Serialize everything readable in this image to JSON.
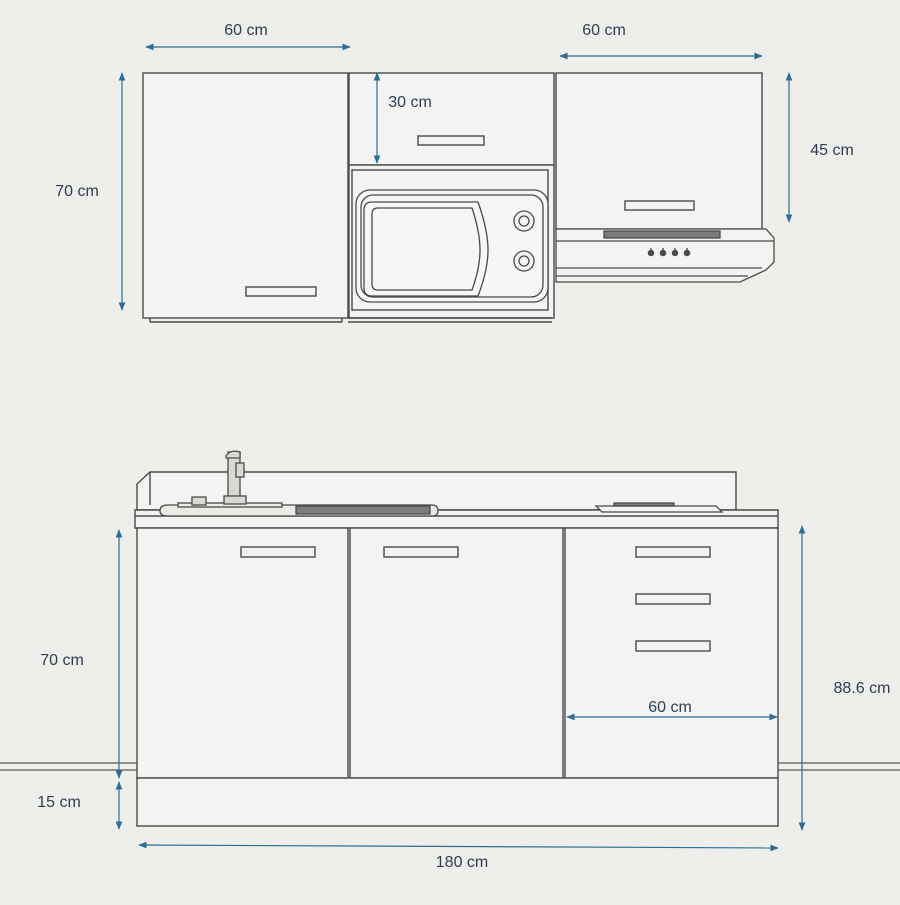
{
  "colors": {
    "background": "#eeeeea",
    "line": "#4a4a4a",
    "dimension": "#2a6f97",
    "dimension_text": "#2e3e50",
    "fill": "#f3f3f1"
  },
  "dimensions": {
    "top_left_width": "60 cm",
    "top_right_width": "60 cm",
    "top_left_height": "70 cm",
    "microwave_shelf_height": "30 cm",
    "top_right_height": "45 cm",
    "base_height": "70 cm",
    "plinth_height": "15 cm",
    "total_height": "88.6 cm",
    "drawer_width": "60 cm",
    "total_width": "180 cm"
  }
}
